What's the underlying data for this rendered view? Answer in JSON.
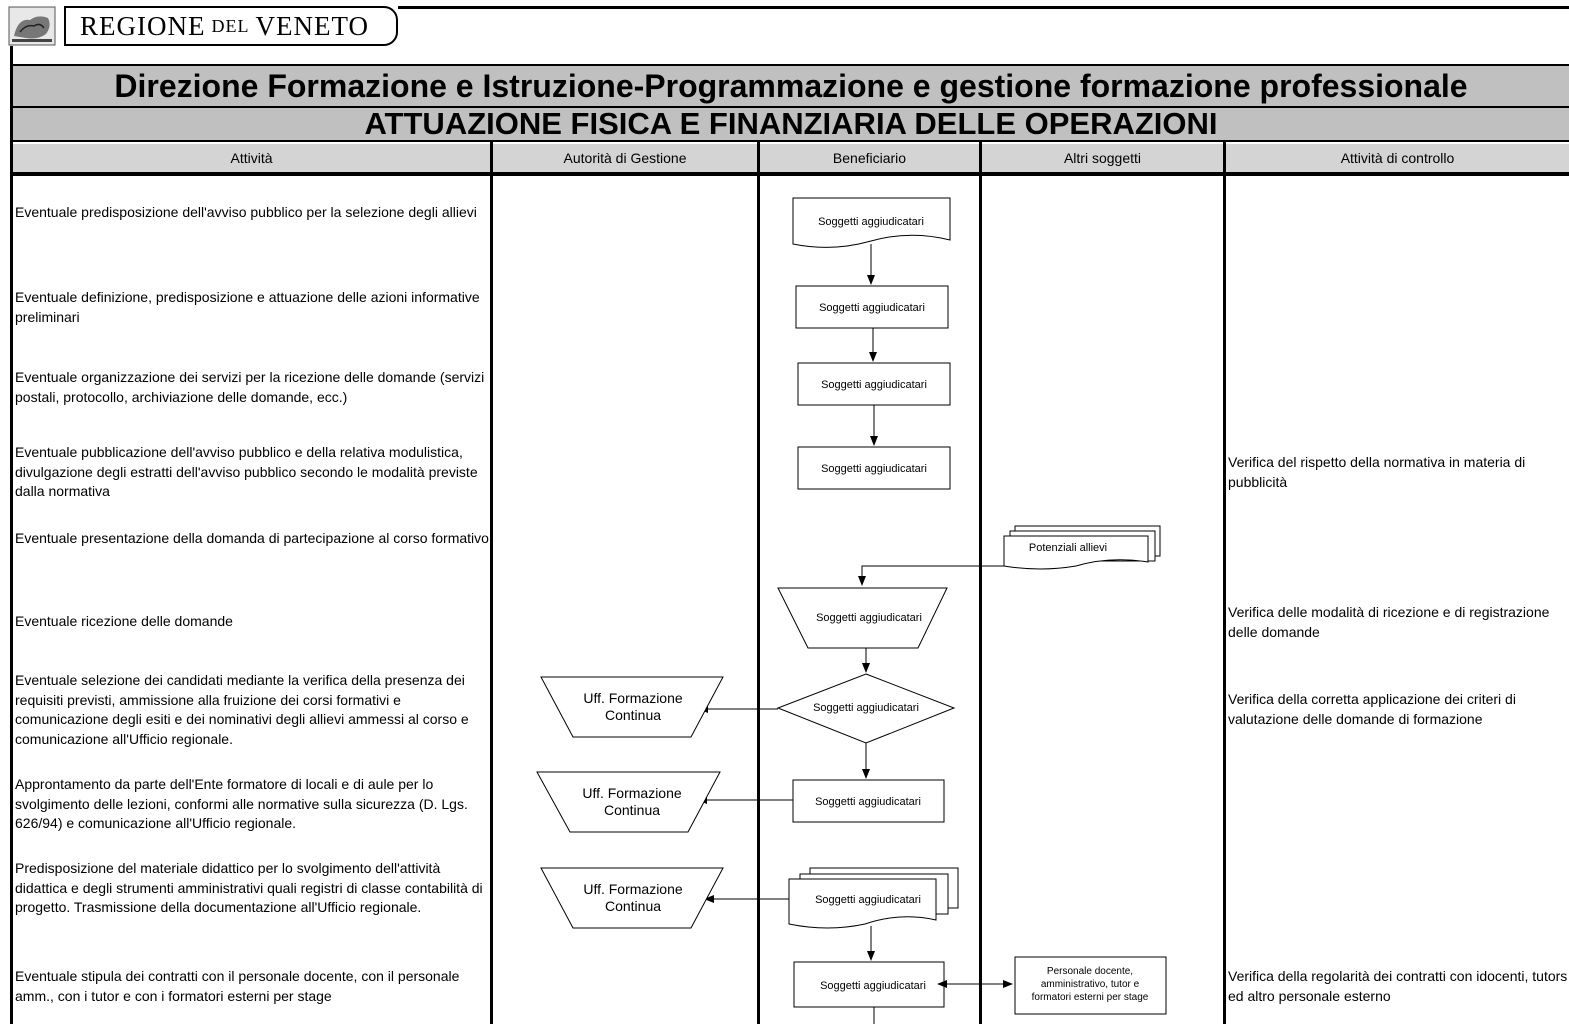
{
  "header": {
    "brand_main": "REGIONE",
    "brand_small": "DEL",
    "brand_end": "VENETO",
    "title": "Direzione Formazione e Istruzione-Programmazione e gestione formazione professionale",
    "subtitle": "ATTUAZIONE FISICA E FINANZIARIA DELLE OPERAZIONI"
  },
  "columns": [
    "Attività",
    "Autorità di Gestione",
    "Beneficiario",
    "Altri soggetti",
    "Attività di controllo"
  ],
  "activities": [
    "Eventuale predisposizione dell'avviso pubblico per la selezione degli allievi",
    "Eventuale definizione, predisposizione e attuazione delle azioni informative preliminari",
    "Eventuale organizzazione dei servizi per la ricezione delle domande (servizi postali, protocollo, archiviazione delle domande, ecc.)",
    "Eventuale pubblicazione dell'avviso pubblico e della relativa modulistica, divulgazione degli estratti dell'avviso pubblico secondo le modalità previste dalla normativa",
    "Eventuale presentazione della domanda di partecipazione al corso formativo",
    "Eventuale ricezione delle domande",
    "Eventuale selezione dei candidati mediante la verifica della presenza dei requisiti previsti, ammissione alla fruizione dei corsi formativi e comunicazione degli esiti e dei nominativi degli allievi ammessi al corso e comunicazione all'Ufficio regionale.",
    "Approntamento da parte dell'Ente formatore di locali e di aule per lo svolgimento delle lezioni, conformi alle normative sulla sicurezza (D. Lgs. 626/94) e comunicazione all'Ufficio regionale.",
    "Predisposizione del materiale didattico per lo svolgimento dell'attività didattica e degli strumenti amministrativi quali registri di classe contabilità di progetto. Trasmissione della documentazione all'Ufficio regionale.",
    "Eventuale stipula dei contratti con il personale docente, con il personale amm., con i tutor e con i formatori esterni per stage"
  ],
  "controls": [
    "Verifica del rispetto della normativa in materia di pubblicità",
    "Verifica delle modalità di ricezione e di registrazione delle domande",
    "Verifica della corretta applicazione dei criteri di valutazione delle domande di formazione",
    "Verifica della regolarità dei contratti con idocenti, tutors ed altro personale esterno"
  ],
  "shapes": {
    "soggetti": "Soggetti aggiudicatari",
    "potenziali": "Potenziali allievi",
    "uff_line1": "Uff. Formazione",
    "uff_line2": "Continua",
    "personale_line1": "Personale docente,",
    "personale_line2": "amministrativo, tutor e",
    "personale_line3": "formatori esterni per stage"
  }
}
